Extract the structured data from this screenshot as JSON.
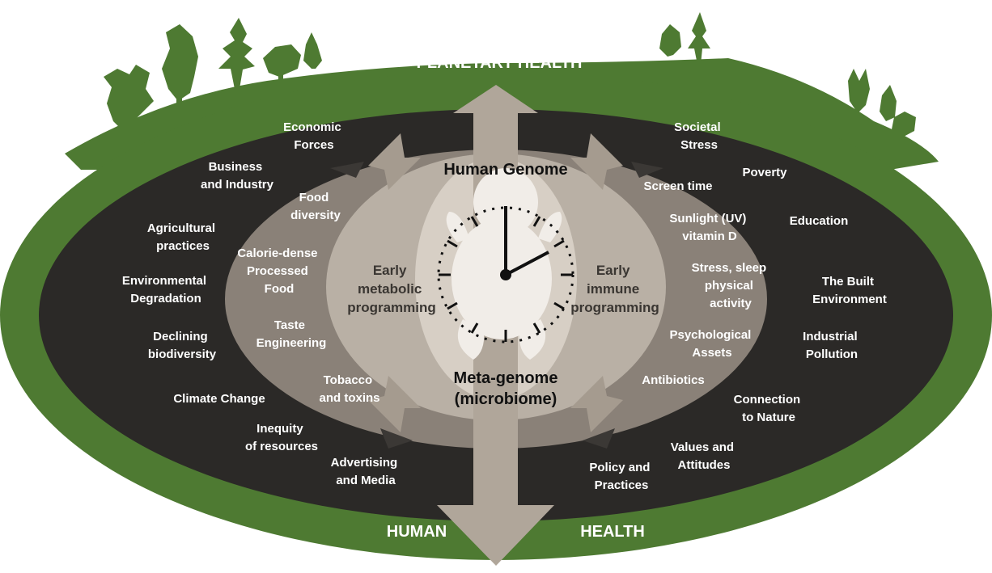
{
  "titles": {
    "planetary": "PLANETARY HEALTH",
    "human": "HUMAN",
    "health": "HEALTH"
  },
  "core": {
    "top": "Human Genome",
    "bottom_line1": "Meta-genome",
    "bottom_line2": "(microbiome)"
  },
  "inner": {
    "left_line1": "Early",
    "left_line2": "metabolic",
    "left_line3": "programming",
    "right_line1": "Early",
    "right_line2": "immune",
    "right_line3": "programming"
  },
  "outer_ring": {
    "economic_1": "Economic",
    "economic_2": "Forces",
    "business_1": "Business",
    "business_2": "and Industry",
    "agri_1": "Agricultural",
    "agri_2": "practices",
    "env_1": "Environmental",
    "env_2": "Degradation",
    "biodiv_1": "Declining",
    "biodiv_2": "biodiversity",
    "climate": "Climate Change",
    "inequity_1": "Inequity",
    "inequity_2": "of resources",
    "advert_1": "Advertising",
    "advert_2": "and Media",
    "societal_1": "Societal",
    "societal_2": "Stress",
    "poverty": "Poverty",
    "education": "Education",
    "built_1": "The Built",
    "built_2": "Environment",
    "pollution_1": "Industrial",
    "pollution_2": "Pollution",
    "nature_1": "Connection",
    "nature_2": "to Nature",
    "values_1": "Values and",
    "values_2": "Attitudes",
    "policy_1": "Policy and",
    "policy_2": "Practices"
  },
  "middle_ring": {
    "food_1": "Food",
    "food_2": "diversity",
    "calorie_1": "Calorie-dense",
    "calorie_2": "Processed",
    "calorie_3": "Food",
    "taste_1": "Taste",
    "taste_2": "Engineering",
    "tobacco_1": "Tobacco",
    "tobacco_2": "and toxins",
    "screen": "Screen time",
    "sun_1": "Sunlight (UV)",
    "sun_2": "vitamin D",
    "stress_1": "Stress, sleep",
    "stress_2": "physical",
    "stress_3": "activity",
    "psych_1": "Psychological",
    "psych_2": "Assets",
    "antibiotics": "Antibiotics"
  },
  "colors": {
    "green": "#4e7a32",
    "dark": "#2b2927",
    "band": "#8a8178",
    "inner": "#b9b0a5",
    "core": "#d7cfc5",
    "arrow": "#b0a69a",
    "baby": "#f1ede8"
  },
  "icons": [
    "tree-icon",
    "clock-icon",
    "baby-icon",
    "arrow-icon"
  ]
}
